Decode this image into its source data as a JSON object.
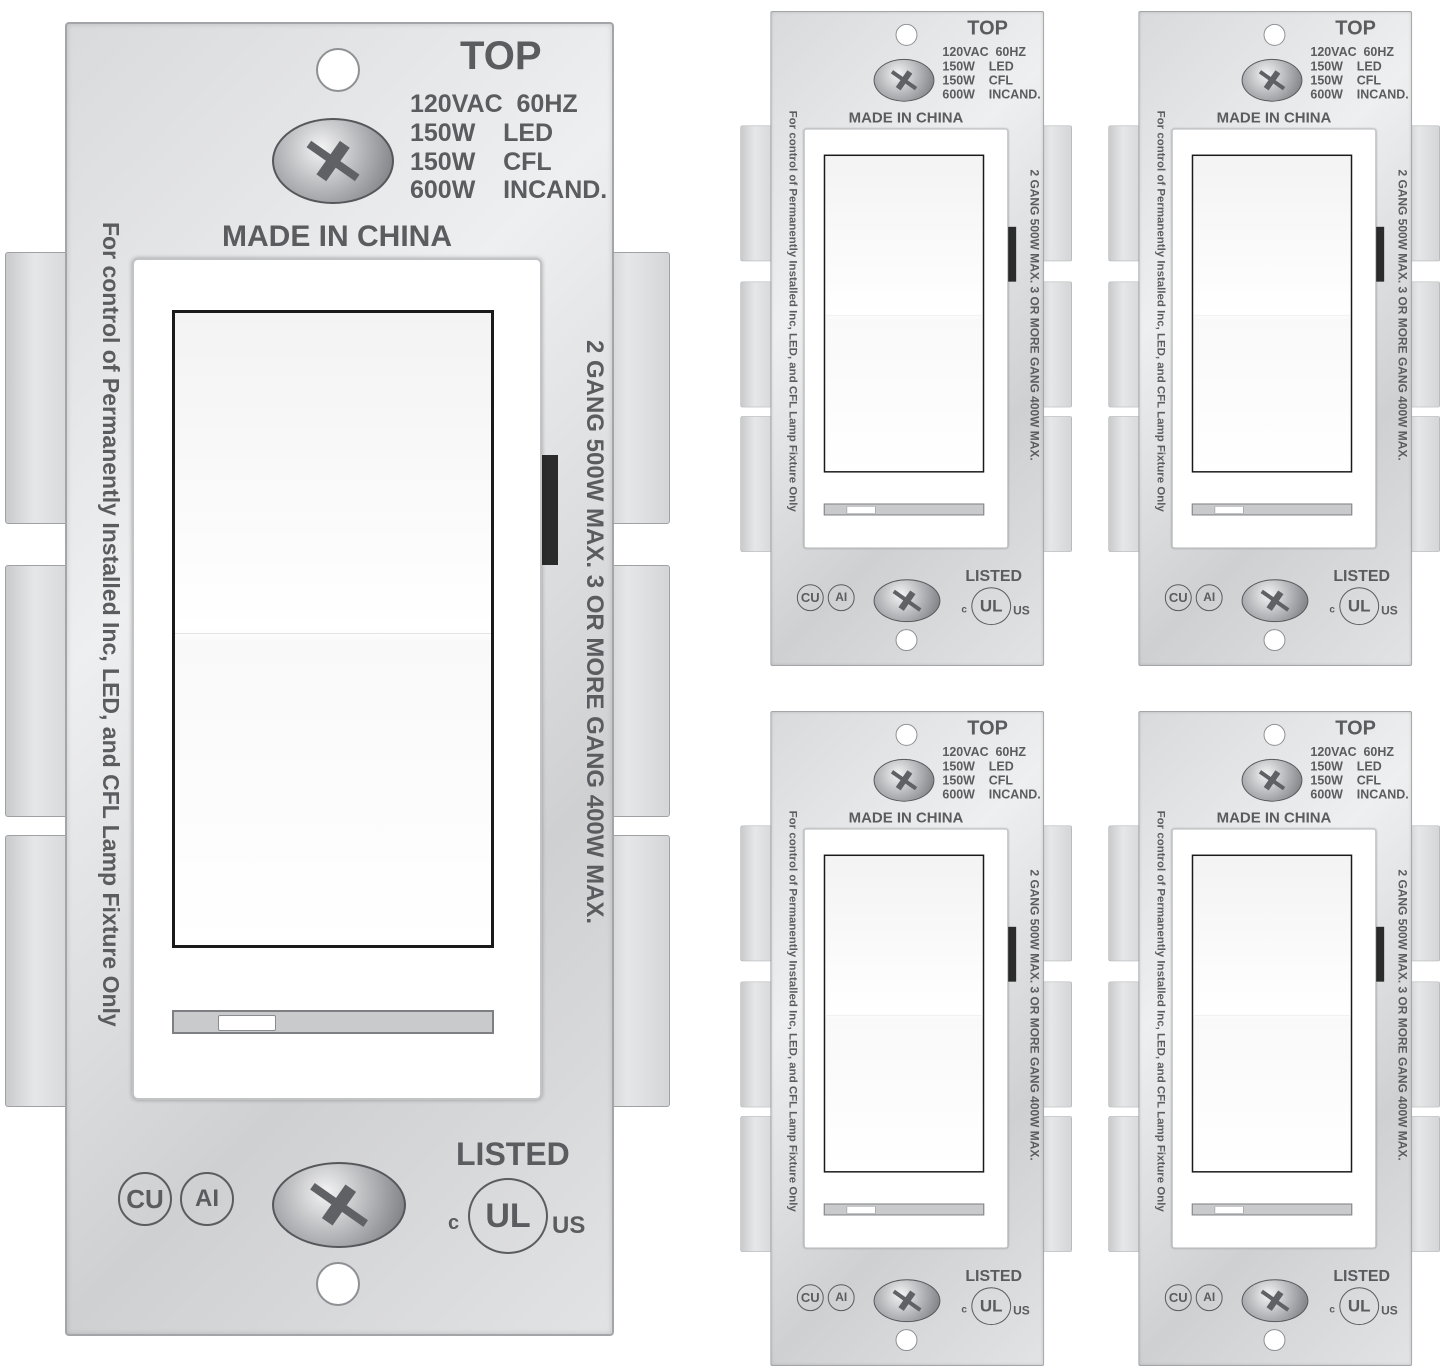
{
  "product": {
    "top_label": "TOP",
    "specs": "120VAC  60HZ\n150W    LED\n150W    CFL\n600W    INCAND.",
    "made_in": "MADE IN CHINA",
    "left_side_text": "For control of Permanently Installed Inc, LED, and CFL Lamp Fixture Only",
    "right_side_text": "2 GANG 500W MAX.  3 OR MORE GANG 400W MAX.",
    "listed": "LISTED",
    "cert_cu": "CU",
    "cert_ai": "AI",
    "ul_mark": "UL",
    "ul_c": "c",
    "ul_us": "US",
    "colors": {
      "plate": "#dcdddf",
      "cover": "#ffffff",
      "rocker_border": "#1a1a1a",
      "text": "#5a5c60"
    }
  }
}
